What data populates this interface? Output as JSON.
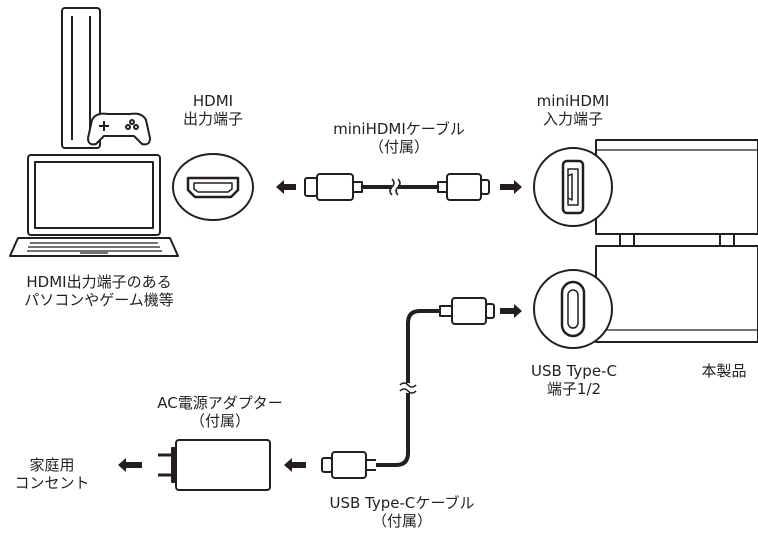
{
  "labels": {
    "hdmi_out": [
      "HDMI",
      "出力端子"
    ],
    "mini_cable": [
      "miniHDMIケーブル",
      "（付属）"
    ],
    "mini_in": [
      "miniHDMI",
      "入力端子"
    ],
    "source_device": [
      "HDMI出力端子のある",
      "パソコンやゲーム機等"
    ],
    "usbc_port": [
      "USB Type-C",
      "端子1/2"
    ],
    "product": "本製品",
    "ac_adapter": [
      "AC電源アダプター",
      "（付属）"
    ],
    "outlet": [
      "家庭用",
      "コンセント"
    ],
    "usbc_cable": [
      "USB Type-Cケーブル",
      "（付属）"
    ]
  },
  "colors": {
    "line": "#231f20",
    "fill": "#ffffff"
  }
}
